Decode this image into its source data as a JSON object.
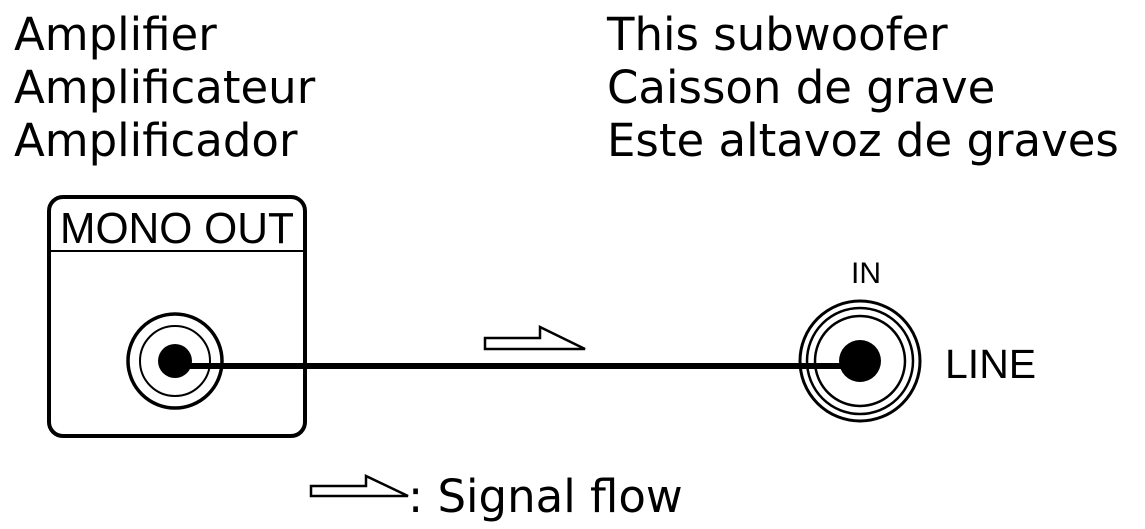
{
  "amplifier": {
    "labels": [
      "Amplifier",
      "Amplificateur",
      "Amplificador"
    ],
    "jack_label": "MONO OUT"
  },
  "subwoofer": {
    "labels": [
      "This subwoofer",
      "Caisson de grave",
      "Este altavoz de graves"
    ],
    "jack_top_label": "IN",
    "jack_side_label": "LINE"
  },
  "legend": {
    "text": ": Signal flow"
  },
  "colors": {
    "ink": "#000000",
    "background": "#ffffff"
  }
}
